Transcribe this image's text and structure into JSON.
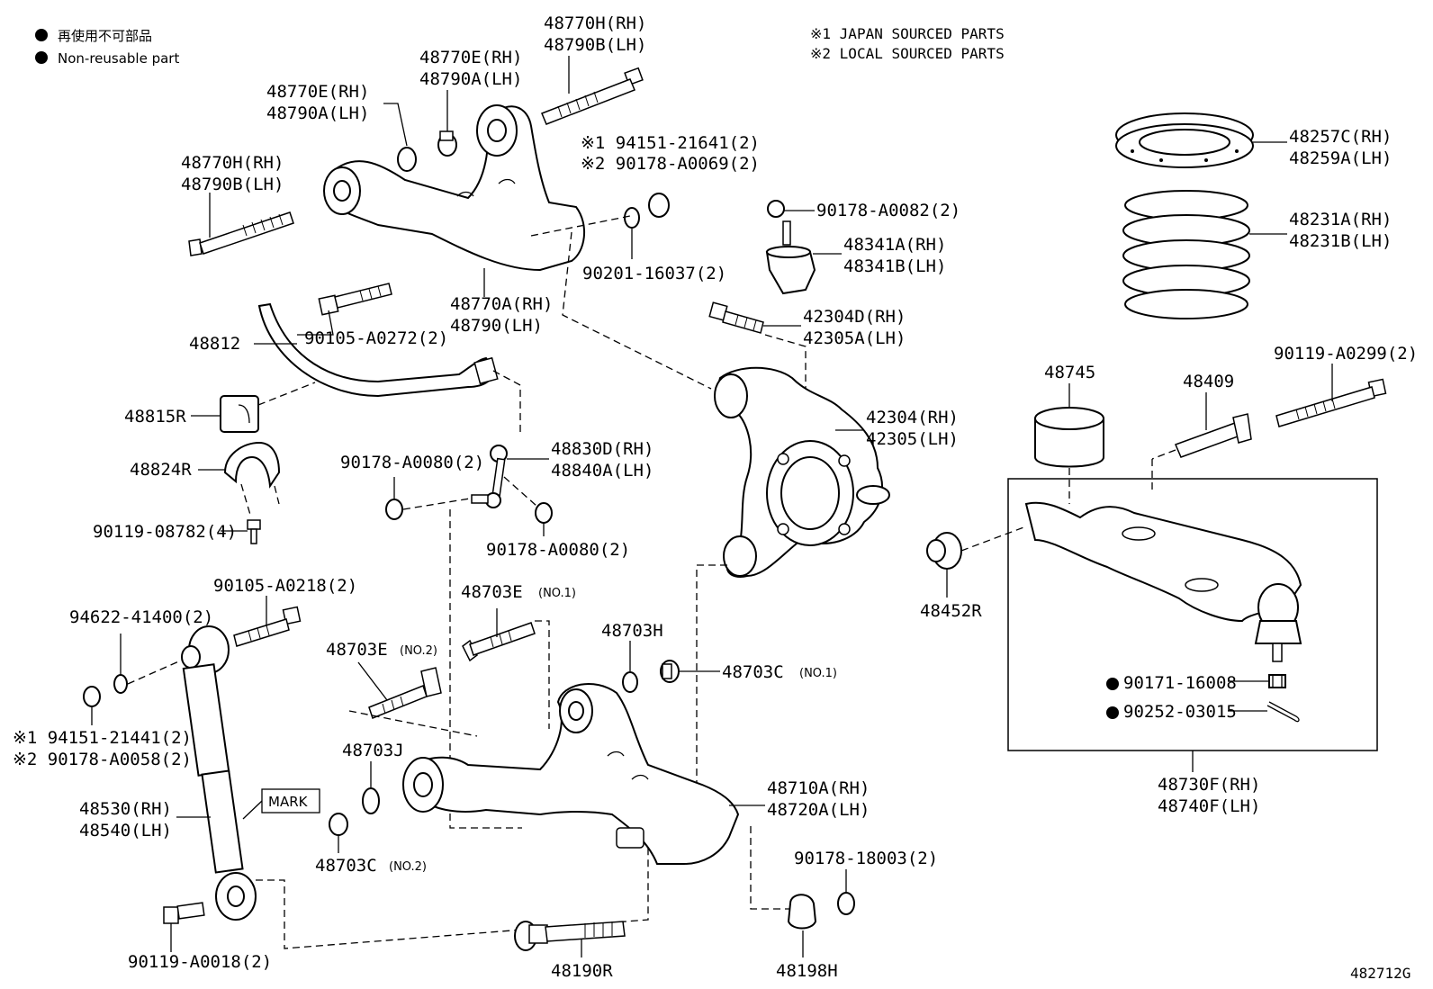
{
  "legend": {
    "items": [
      "再使用不可部品",
      "Non-reusable part"
    ],
    "sourcing_notes": [
      "※1 JAPAN SOURCED PARTS",
      "※2 LOCAL SOURCED PARTS"
    ]
  },
  "labels": {
    "p48770h_rh_top": "48770H(RH)",
    "p48790b_lh_top": "48790B(LH)",
    "p48770e_rh_mid": "48770E(RH)",
    "p48790a_lh_mid": "48790A(LH)",
    "p48770e_rh_left": "48770E(RH)",
    "p48790a_lh_left": "48790A(LH)",
    "p48770h_rh_left": "48770H(RH)",
    "p48790b_lh_left": "48790B(LH)",
    "nut_upper_1": "※1 94151-21641(2)",
    "nut_upper_2": "※2 90178-A0069(2)",
    "washer_upper": "90201-16037(2)",
    "arm_upper_rh": "48770A(RH)",
    "arm_upper_lh": "48790(LH)",
    "bolt_upper_arm": "90105-A0272(2)",
    "stabilizer_bar": "48812",
    "bushing_stab": "48815R",
    "bracket_stab": "48824R",
    "bolt_stab_bracket": "90119-08782(4)",
    "nut_ball_joint": "90178-A0082(2)",
    "bumper_rh": "48341A(RH)",
    "bumper_lh": "48341B(LH)",
    "stud_rh": "42304D(RH)",
    "stud_lh": "42305A(LH)",
    "knuckle_rh": "42304(RH)",
    "knuckle_lh": "42305(LH)",
    "insulator_rh": "48257C(RH)",
    "insulator_lh": "48259A(LH)",
    "spring_rh": "48231A(RH)",
    "spring_lh": "48231B(LH)",
    "bolt_lower_arm_upper": "90119-A0299(2)",
    "bushing_lower": "48745",
    "bolt_lower_arm": "48409",
    "link_rh": "48830D(RH)",
    "link_lh": "48840A(LH)",
    "nut_link_left": "90178-A0080(2)",
    "nut_link_right": "90178-A0080(2)",
    "cam_washer": "48452R",
    "bolt_shock_top": "90105-A0218(2)",
    "washer_shock": "94622-41400(2)",
    "bolt_no1": "48703E",
    "bolt_no1_tag": "(NO.1)",
    "bolt_no2": "48703E",
    "bolt_no2_tag": "(NO.2)",
    "washer_h": "48703H",
    "nut_c_no1": "48703C",
    "nut_c_no1_tag": "(NO.1)",
    "nut_c_no2": "48703C",
    "nut_c_no2_tag": "(NO.2)",
    "washer_j": "48703J",
    "nut_shock_1": "※1 94151-21441(2)",
    "nut_shock_2": "※2 90178-A0058(2)",
    "nut_castle": "90171-16008",
    "cotter_pin": "90252-03015",
    "shock_rh": "48530(RH)",
    "shock_lh": "48540(LH)",
    "mark": "MARK",
    "arm_lower_rh": "48710A(RH)",
    "arm_lower_lh": "48720A(LH)",
    "arm_assy_rh": "48730F(RH)",
    "arm_assy_lh": "48740F(LH)",
    "nut_lower_front": "90178-18003(2)",
    "bolt_shock_bottom": "90119-A0018(2)",
    "cam_bolt": "48190R",
    "cam_plate": "48198H",
    "figure_id": "482712G"
  }
}
